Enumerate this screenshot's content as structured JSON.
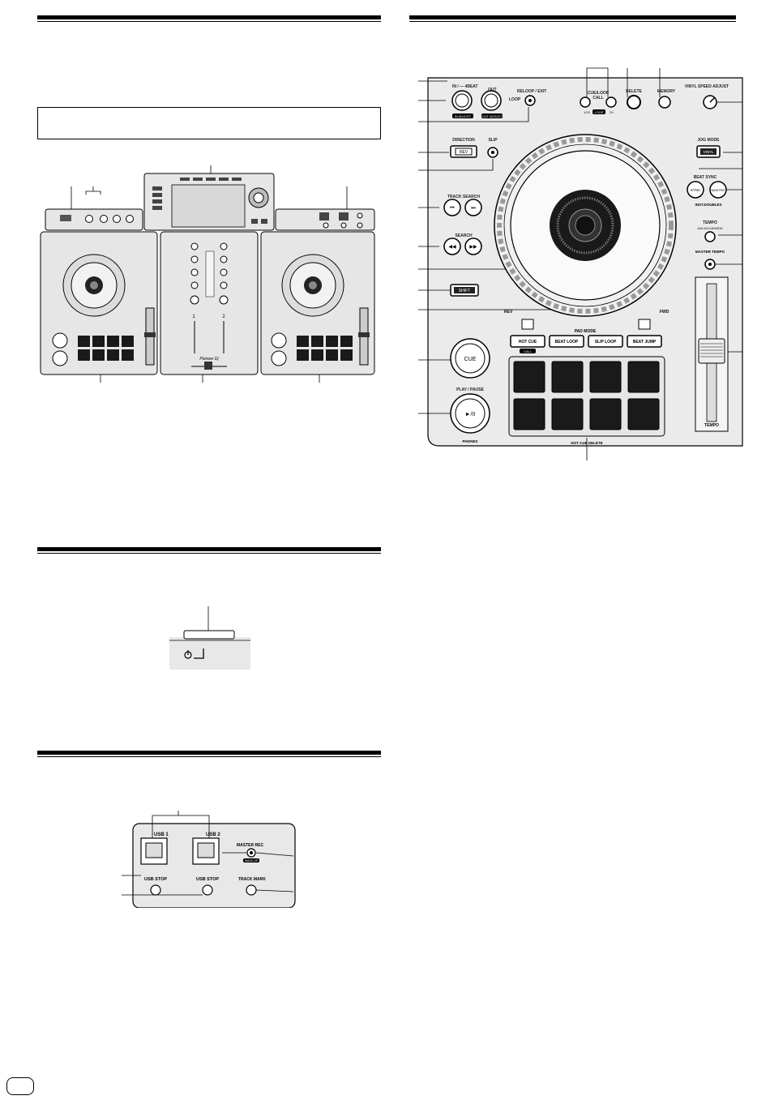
{
  "page": {
    "language_badge": ""
  },
  "pad_mode": {
    "group_label": "PAD MODE",
    "hot_cue": "HOT CUE",
    "hot_cue_shift": "CALL",
    "beat_loop": "BEAT LOOP",
    "slip_loop": "SLIP LOOP",
    "beat_jump": "BEAT JUMP",
    "bottom_label": "HOT CUE DELETE"
  },
  "loop": {
    "in_label": "IN / — 4BEAT",
    "in_sub": "IN ADJUST",
    "out_label": "OUT",
    "out_sub": "OUT ADJUST",
    "reloop_label": "RELOOP / EXIT",
    "loop_label": "LOOP"
  },
  "cue_loop": {
    "label": "CUE/LOOP",
    "call_label": "CALL",
    "half": "1/2X",
    "loop_tag": "LOOP",
    "double": "2X",
    "delete_label": "DELETE",
    "memory_label": "MEMORY"
  },
  "vinyl_speed": {
    "label": "VINYL SPEED ADJUST"
  },
  "jog_mode": {
    "label": "JOG MODE",
    "button": "VINYL"
  },
  "beat_sync": {
    "label": "BEAT SYNC",
    "sync": "SYNC",
    "master": "MASTER",
    "inst": "INST.DOUBLES"
  },
  "tempo": {
    "label": "TEMPO",
    "range": "±6/±10/±16/WIDE",
    "master_tempo": "MASTER TEMPO",
    "fader_label": "TEMPO"
  },
  "direction": {
    "label": "DIRECTION",
    "button": "REV"
  },
  "slip": {
    "label": "SLIP"
  },
  "track_search": {
    "label": "TRACK SEARCH"
  },
  "search": {
    "label": "SEARCH"
  },
  "shift": {
    "label": "SHIFT"
  },
  "jog": {
    "rev": "REV",
    "fwd": "FWD"
  },
  "cue": {
    "label": "CUE"
  },
  "play": {
    "label": "PLAY / PAUSE",
    "button": "►/II"
  },
  "phones": {
    "label": "PHONES"
  },
  "usb": {
    "usb1": "USB 1",
    "usb2": "USB 2",
    "usb_stop_1": "USB STOP",
    "usb_stop_2": "USB STOP",
    "master_rec": "MASTER REC",
    "wake_up": "WAKE UP",
    "track_mark": "TRACK MARK"
  },
  "mixer": {
    "ch1": "1",
    "ch2": "2",
    "brand": "Pioneer Dj"
  },
  "colors": {
    "ink": "#000000",
    "panel": "#e8e8e8",
    "pad": "#1a1a1a"
  }
}
